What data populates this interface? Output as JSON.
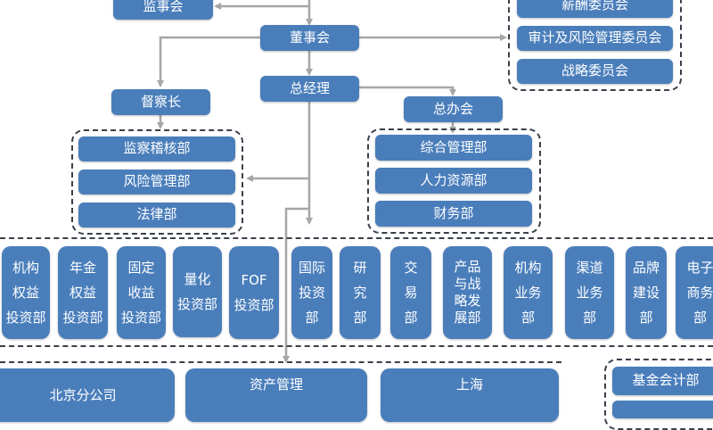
{
  "colors": {
    "box": "#4a7ebb",
    "text": "#ffffff",
    "connector": "#a6a6a6",
    "dashed_border": "#3a3f4a"
  },
  "top": {
    "supervisory_board": "监事会",
    "board_of_directors": "董事会",
    "general_manager": "总经理",
    "chief_inspector": "督察长",
    "general_office": "总办会"
  },
  "committees": [
    "薪酬委员会",
    "审计及风险管理委员会",
    "战略委员会"
  ],
  "inspector_departments": [
    "监察稽核部",
    "风险管理部",
    "法律部"
  ],
  "office_departments": [
    "综合管理部",
    "人力资源部",
    "财务部"
  ],
  "business_departments": [
    "机构\n权益\n投资部",
    "年金\n权益\n投资部",
    "固定\n收益\n投资部",
    "量化\n投资部",
    "FOF\n投资部",
    "国际\n投资\n部",
    "研\n究\n部",
    "交\n易\n部",
    "产品\n与战\n略发\n展部",
    "机构\n业务\n部",
    "渠道\n业务\n部",
    "品牌\n建设\n部",
    "电子\n商务\n部"
  ],
  "bottom": {
    "beijing_branch": "北京分公司",
    "asset_management": "资产管理",
    "shanghai": "上海",
    "fund_accounting": "基金会计部"
  }
}
